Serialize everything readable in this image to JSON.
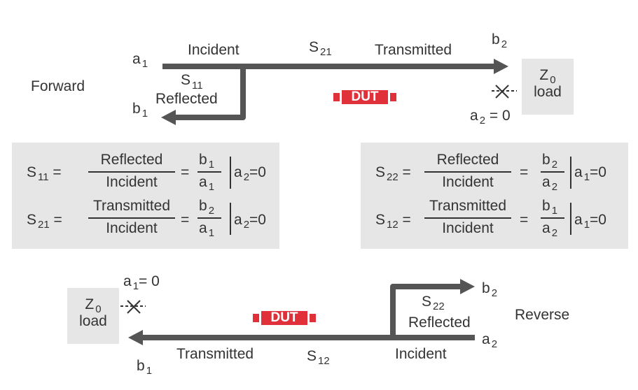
{
  "colors": {
    "arrow": "#555555",
    "dut": "#e0303a",
    "panel": "#e6e6e6",
    "text": "#333333"
  },
  "forward": {
    "label": "Forward",
    "a1": "a",
    "a1_sub": "1",
    "b1": "b",
    "b1_sub": "1",
    "b2": "b",
    "b2_sub": "2",
    "incident": "Incident",
    "s21": "S",
    "s21_sub": "21",
    "transmitted": "Transmitted",
    "s11": "S",
    "s11_sub": "11",
    "reflected": "Reflected",
    "dut": "DUT",
    "load_z": "Z",
    "load_z_sub": "0",
    "load_word": "load",
    "a2_eq": "a",
    "a2_eq_sub": "2",
    "a2_eq_val": "= 0"
  },
  "reverse": {
    "label": "Reverse",
    "a1_eq": "a",
    "a1_eq_sub": "1",
    "a1_eq_val": "= 0",
    "b1": "b",
    "b1_sub": "1",
    "b2": "b",
    "b2_sub": "2",
    "a2": "a",
    "a2_sub": "2",
    "s22": "S",
    "s22_sub": "22",
    "reflected": "Reflected",
    "transmitted": "Transmitted",
    "s12": "S",
    "s12_sub": "12",
    "incident": "Incident",
    "dut": "DUT",
    "load_z": "Z",
    "load_z_sub": "0",
    "load_word": "load"
  },
  "equations_left": [
    {
      "lhs": "S",
      "lhs_sub": "11",
      "num": "Reflected",
      "den": "Incident",
      "wnum": "b",
      "wnum_sub": "1",
      "wden": "a",
      "wden_sub": "1",
      "cond": "a",
      "cond_sub": "2",
      "cond_val": "=0"
    },
    {
      "lhs": "S",
      "lhs_sub": "21",
      "num": "Transmitted",
      "den": "Incident",
      "wnum": "b",
      "wnum_sub": "2",
      "wden": "a",
      "wden_sub": "1",
      "cond": "a",
      "cond_sub": "2",
      "cond_val": "=0"
    }
  ],
  "equations_right": [
    {
      "lhs": "S",
      "lhs_sub": "22",
      "num": "Reflected",
      "den": "Incident",
      "wnum": "b",
      "wnum_sub": "2",
      "wden": "a",
      "wden_sub": "2",
      "cond": "a",
      "cond_sub": "1",
      "cond_val": "=0"
    },
    {
      "lhs": "S",
      "lhs_sub": "12",
      "num": "Transmitted",
      "den": "Incident",
      "wnum": "b",
      "wnum_sub": "1",
      "wden": "a",
      "wden_sub": "2",
      "cond": "a",
      "cond_sub": "1",
      "cond_val": "=0"
    }
  ]
}
